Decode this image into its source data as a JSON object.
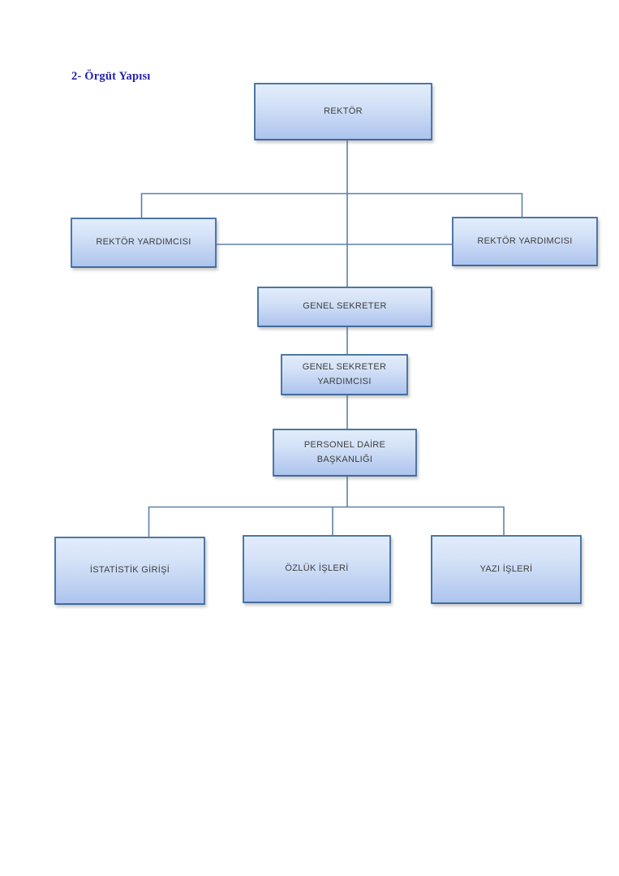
{
  "page": {
    "background": "#ffffff",
    "title": "2- Örgüt Yapısı",
    "title_color": "#2424ad"
  },
  "org_chart": {
    "type": "org-chart",
    "connector_color": "#5b80aa",
    "box_border_color": "#4d77a6",
    "box_fill_top": "#e2ecfb",
    "box_fill_bottom": "#adc4ee",
    "box_text_color": "#3d3d3d",
    "nodes": [
      {
        "id": "rektor",
        "label": "REKTÖR",
        "level": 1,
        "reports_to": null
      },
      {
        "id": "rektor-yardimcisi-sol",
        "label": "REKTÖR YARDIMCISI",
        "level": 2,
        "reports_to": "rektor"
      },
      {
        "id": "rektor-yardimcisi-sag",
        "label": "REKTÖR YARDIMCISI",
        "level": 2,
        "reports_to": "rektor"
      },
      {
        "id": "genel-sekreter",
        "label": "GENEL SEKRETER",
        "level": 3,
        "reports_to": "rektor"
      },
      {
        "id": "genel-sekreter-yardimcisi",
        "label": "GENEL SEKRETER YARDIMCISI",
        "level": 4,
        "reports_to": "genel-sekreter"
      },
      {
        "id": "personel-daire-baskanligi",
        "label": "PERSONEL DAİRE BAŞKANLIĞI",
        "level": 5,
        "reports_to": "genel-sekreter-yardimcisi"
      },
      {
        "id": "istatistik-girisi",
        "label": "İSTATİSTİK GİRİŞİ",
        "level": 6,
        "reports_to": "personel-daire-baskanligi"
      },
      {
        "id": "ozluk-isleri",
        "label": "ÖZLÜK İŞLERİ",
        "level": 6,
        "reports_to": "personel-daire-baskanligi"
      },
      {
        "id": "yazi-isleri",
        "label": "YAZI İŞLERİ",
        "level": 6,
        "reports_to": "personel-daire-baskanligi"
      }
    ]
  }
}
